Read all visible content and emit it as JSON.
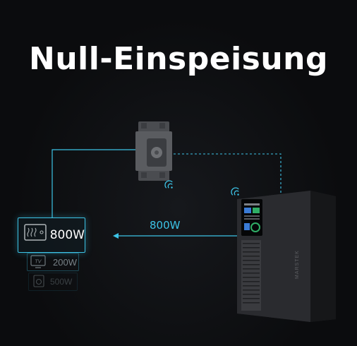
{
  "title": "Null-Einspeisung",
  "flow_label": "800W",
  "appliances": [
    {
      "icon": "microwave-icon",
      "value": "800W"
    },
    {
      "icon": "tv-icon",
      "value": "200W"
    },
    {
      "icon": "washing-machine-icon",
      "value": "500W"
    }
  ],
  "device": {
    "brand": "MARSTEK"
  },
  "colors": {
    "accent": "#3cc3e6",
    "background": "#0b0c0e"
  }
}
